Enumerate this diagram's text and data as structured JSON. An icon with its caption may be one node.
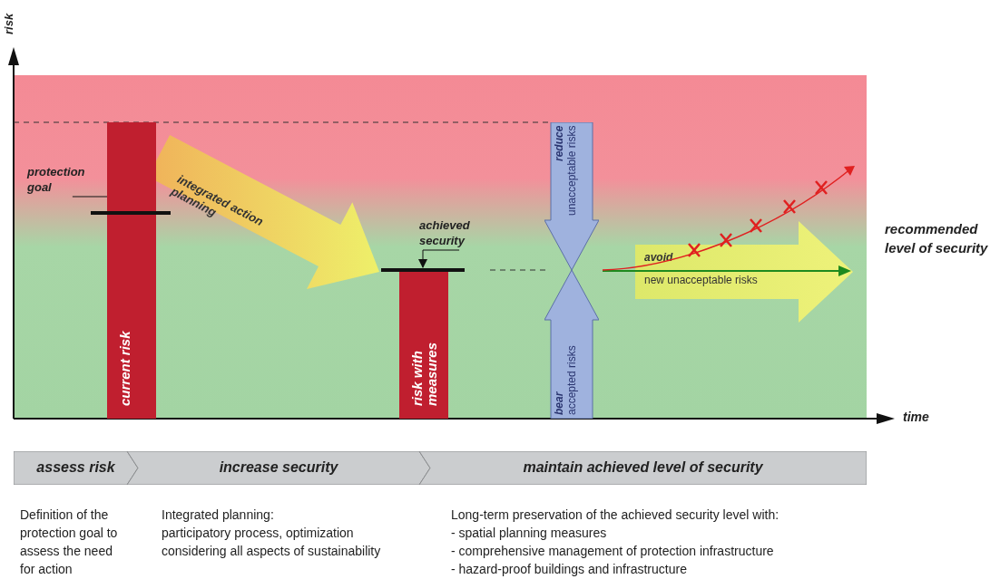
{
  "diagram": {
    "nodes": [
      {
        "text": [
          "current risk"
        ]
      },
      {
        "text": [
          "risk with measures"
        ]
      },
      {
        "text": [
          "assess risk"
        ]
      },
      {
        "text": [
          "increase security"
        ]
      },
      {
        "text": [
          "maintain achieved level of security"
        ]
      },
      {
        "text": [
          "reduce",
          "unacceptable risks"
        ]
      },
      {
        "text": [
          "bear",
          "accepted risks"
        ]
      },
      {
        "text": [
          "avoid",
          "new unacceptable risks"
        ]
      },
      {
        "text": [
          "protection goal"
        ]
      },
      {
        "text": [],
        "shape": "bar"
      },
      {
        "text": [
          "achieved security"
        ]
      },
      {
        "text": [],
        "shape": "bar"
      }
    ],
    "edges": [
      {
        "from": 0,
        "to": 1,
        "arrow": "to",
        "label": "integrated action planning"
      },
      {
        "from": 8,
        "to": 9,
        "arrow": "to"
      },
      {
        "from": 10,
        "to": 11,
        "arrow": "to"
      }
    ],
    "labels": [
      "risk",
      "time",
      "recommended level of security",
      "Definition of the protection goal to assess the need for action",
      "Integrated planning:",
      "participatory process, optimization considering all aspects of sustainability",
      "Long-term preservation of the achieved security level with:",
      "- spatial planning measures",
      "- comprehensive management of protection infrastructure",
      "- hazard-proof buildings and infrastructure"
    ]
  }
}
